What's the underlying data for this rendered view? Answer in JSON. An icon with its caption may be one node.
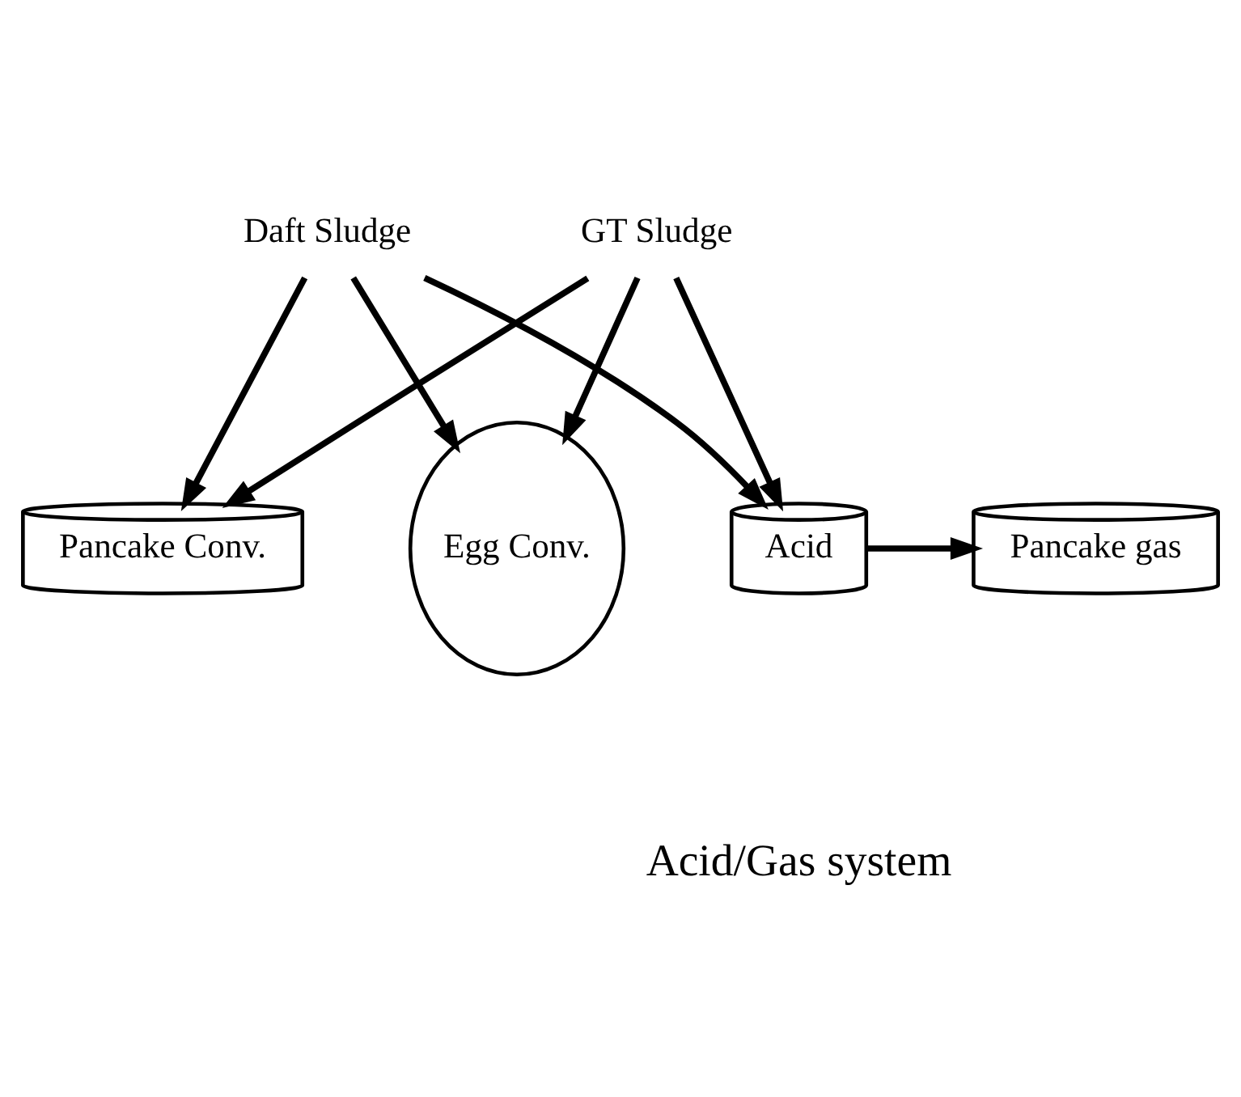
{
  "diagram": {
    "nodes": [
      {
        "text": [
          "Daft Sludge"
        ]
      },
      {
        "text": [
          "GT Sludge"
        ]
      },
      {
        "text": [
          "Pancake Conv."
        ]
      },
      {
        "text": [
          "Egg Conv."
        ]
      },
      {
        "text": [
          "Acid"
        ]
      },
      {
        "text": [
          "Pancake gas"
        ]
      }
    ],
    "edges": [
      {
        "from": 0,
        "to": 2,
        "arrow": "to"
      },
      {
        "from": 0,
        "to": 3,
        "arrow": "to"
      },
      {
        "from": 0,
        "to": 4,
        "arrow": "to"
      },
      {
        "from": 1,
        "to": 2,
        "arrow": "to"
      },
      {
        "from": 1,
        "to": 3,
        "arrow": "to"
      },
      {
        "from": 1,
        "to": 4,
        "arrow": "to"
      },
      {
        "from": 4,
        "to": 5,
        "arrow": "to"
      }
    ],
    "labels": [
      "Acid/Gas system"
    ]
  }
}
